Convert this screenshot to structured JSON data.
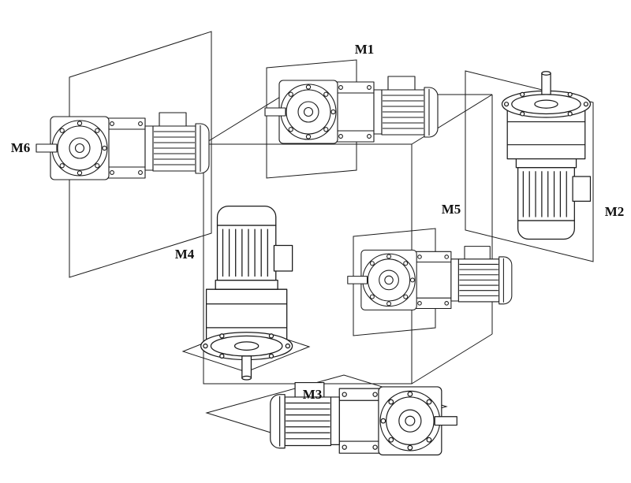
{
  "canvas": {
    "background": "#ffffff",
    "line_color": "#1a1a1a"
  },
  "diagram": {
    "labels": {
      "m1": "M1",
      "m2": "M2",
      "m3": "M3",
      "m4": "M4",
      "m5": "M5",
      "m6": "M6"
    }
  }
}
